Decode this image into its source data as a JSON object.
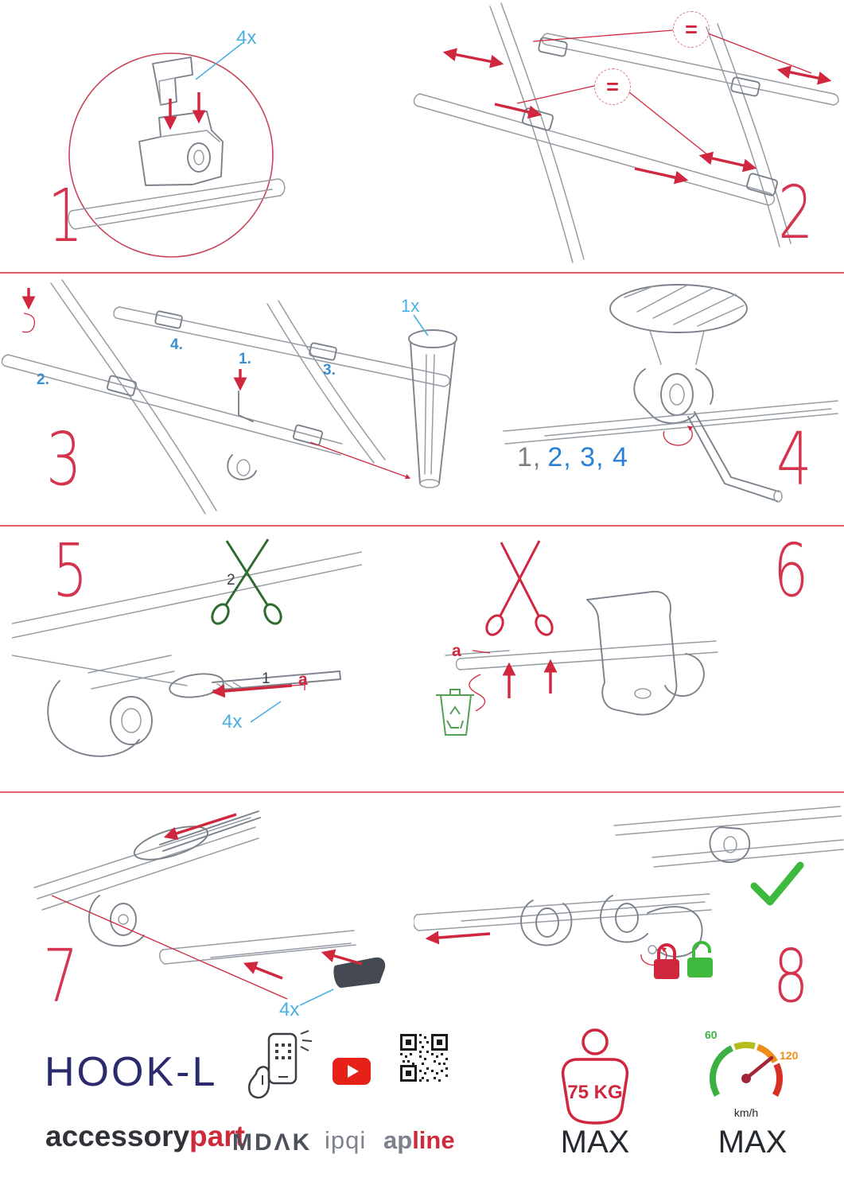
{
  "steps": {
    "s1": {
      "number": "1",
      "qty": "4x"
    },
    "s2": {
      "number": "2",
      "equal_top": "=",
      "equal_mid": "="
    },
    "s3": {
      "number": "3",
      "label1": "1.",
      "label2": "2.",
      "label3": "3.",
      "label4": "4.",
      "qty": "1x"
    },
    "s4": {
      "number": "4",
      "seq_first": "1,",
      "seq_rest": "2, 3, 4"
    },
    "s5": {
      "number": "5",
      "label1": "1",
      "label2": "2",
      "ref_a": "a",
      "qty": "4x"
    },
    "s6": {
      "number": "6",
      "ref_a": "a"
    },
    "s7": {
      "number": "7",
      "qty": "4x"
    },
    "s8": {
      "number": "8"
    }
  },
  "footer": {
    "product_name": "HOOK-L",
    "brand_accessory": "accessory",
    "brand_part": "part",
    "logo_mdak": "MDΛK",
    "logo_ipqi": "ipqi",
    "logo_ap": "ap",
    "logo_line": "line",
    "weight_value": "75 KG",
    "weight_max_label": "MAX",
    "speed_min": "60",
    "speed_max_value": "120",
    "speed_unit": "km/h",
    "speed_max_label": "MAX"
  },
  "icons": {
    "step5_scissors": "scissors-green",
    "step6_scissors": "scissors-red",
    "trash": "recycle-bin",
    "video": "youtube-play",
    "qr": "qr-code",
    "scan": "phone-qr-scan",
    "lock_closed": "padlock-locked-red",
    "lock_open": "padlock-unlocked-green",
    "ok": "green-checkmark",
    "weight": "weight-limit",
    "speed": "speedometer"
  },
  "colors": {
    "accent_red": "#d0273f",
    "numeral_red": "#d5344e",
    "label_blue": "#49b0e3",
    "seq_blue": "#2b7fd6",
    "navy": "#2b2a6e",
    "green": "#3dba3d"
  }
}
